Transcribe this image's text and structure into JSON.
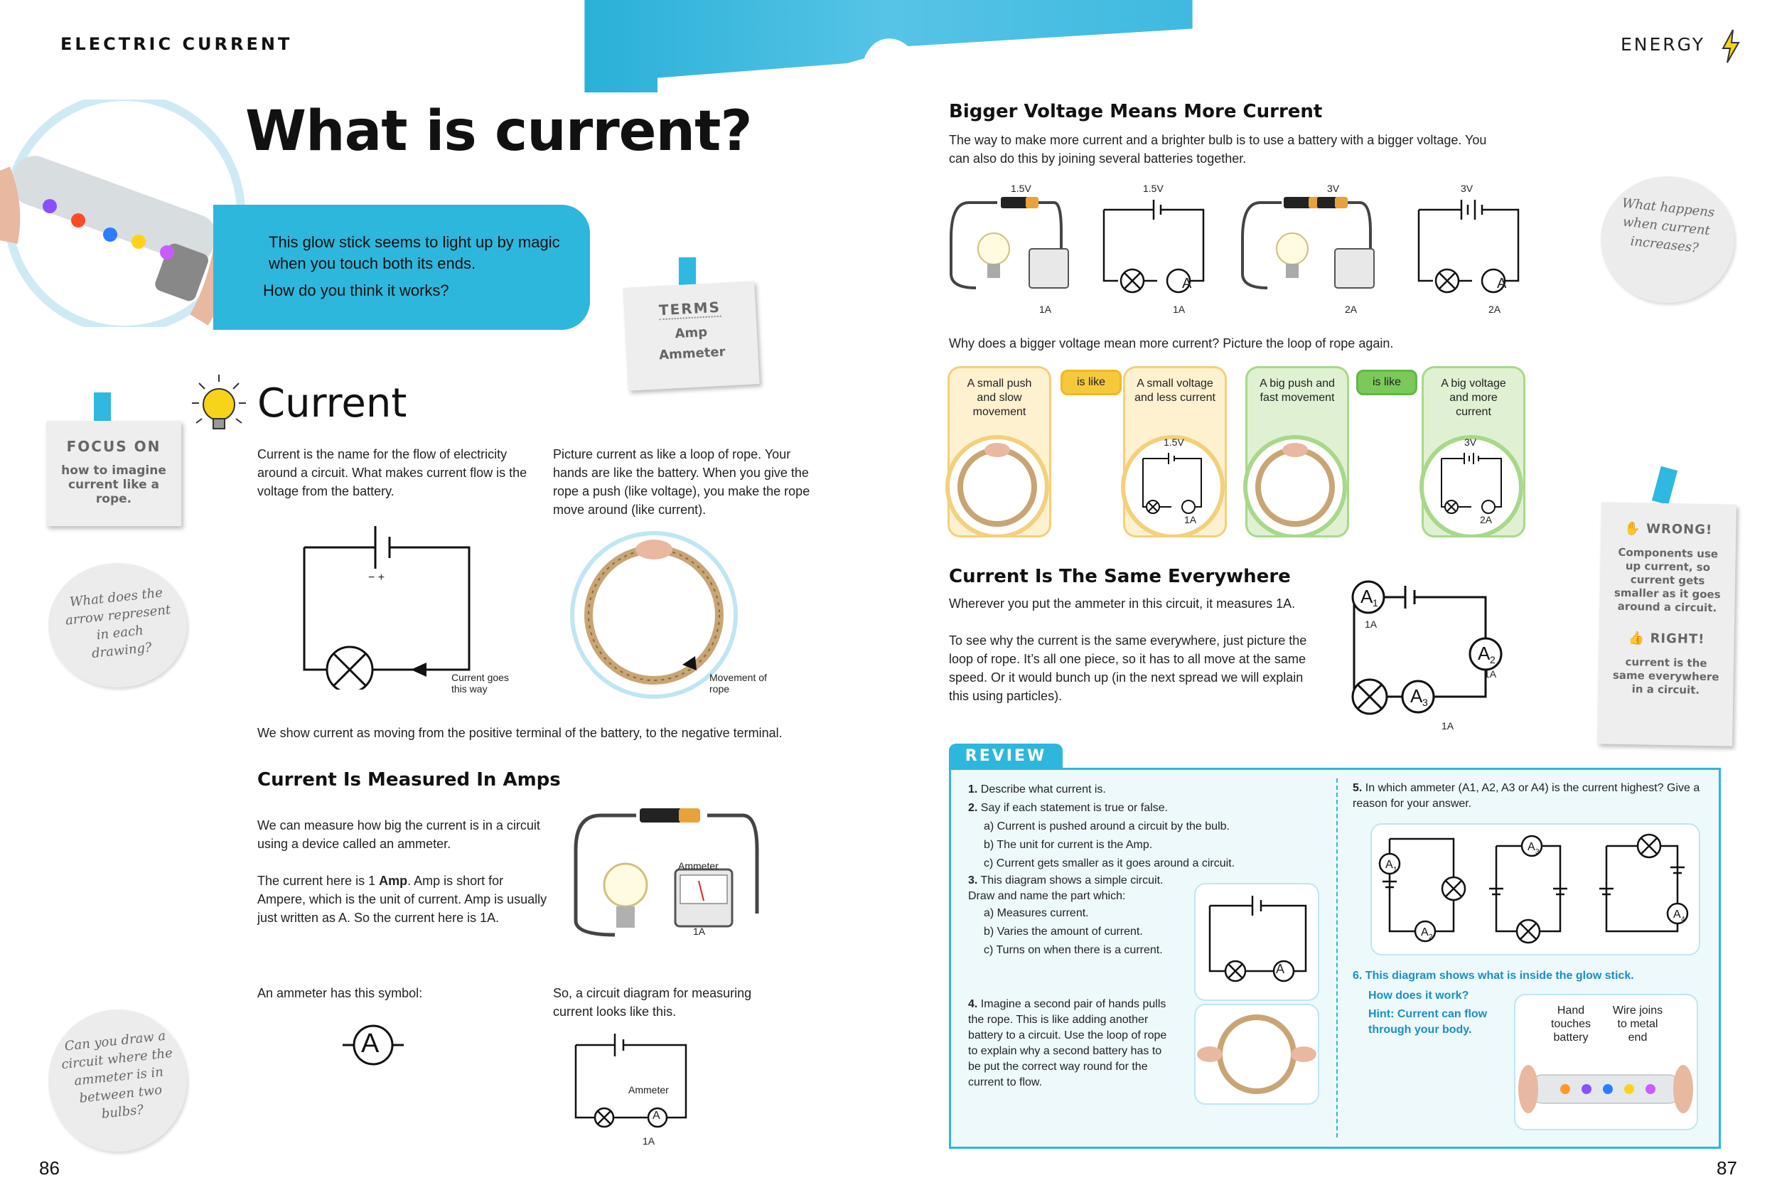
{
  "header": {
    "left": "ELECTRIC CURRENT",
    "right": "ENERGY"
  },
  "title": "What is current?",
  "intro": {
    "text": "This glow stick seems to light up by magic when you touch both its ends.",
    "question": "How do you think it works?"
  },
  "terms": {
    "heading": "TERMS",
    "items": [
      "Amp",
      "Ammeter"
    ]
  },
  "focus": {
    "heading": "FOCUS ON",
    "text": "how to imagine current like a rope."
  },
  "bubbles": {
    "arrow": "What does the arrow represent in each drawing?",
    "ammeter": "Can you draw a circuit where the ammeter is in between two bulbs?",
    "increase": "What happens when current increases?"
  },
  "current": {
    "heading": "Current",
    "p1": "Current is the name for the flow of electricity around a circuit. What makes current flow is the voltage from the battery.",
    "p2": "Picture current as like a loop of rope. Your hands are like the battery. When you give the rope a push (like voltage), you make the rope move around (like current).",
    "minus_plus": "−  +",
    "label_current": "Current goes this way",
    "label_movement": "Movement of rope",
    "caption": "We show current as moving from the positive terminal of the battery, to the negative terminal."
  },
  "amps": {
    "heading": "Current Is Measured In Amps",
    "p1": "We can measure how big the current is in a circuit using a device called an ammeter.",
    "p2a": "The current here is 1 ",
    "p2b": "Amp",
    "p2c": ". Amp is short for Ampere, which is the unit of current. Amp is usually just written as A. So the current here is 1A.",
    "ammeter_label": "Ammeter",
    "reading": "1A",
    "symbol_text": "An ammeter has this symbol:",
    "symbol": "A",
    "diagram_text": "So, a circuit diagram for measuring current looks like this.",
    "diagram_label": "Ammeter",
    "diagram_reading": "1A"
  },
  "voltage": {
    "heading": "Bigger Voltage Means More Current",
    "p1": "The way to make more current and a brighter bulb is to use a battery with a bigger voltage. You can also do this by joining several batteries together.",
    "volts": [
      "1.5V",
      "1.5V",
      "3V",
      "3V"
    ],
    "amps": [
      "1A",
      "1A",
      "2A",
      "2A"
    ],
    "question": "Why does a bigger voltage mean more current? Picture the loop of rope again.",
    "flow": [
      {
        "a": "A small push and slow movement",
        "link": "is like",
        "b": "A small voltage and less current",
        "v": "1.5V",
        "i": "1A"
      },
      {
        "a": "A big push and fast movement",
        "link": "is like",
        "b": "A big voltage and more current",
        "v": "3V",
        "i": "2A"
      }
    ]
  },
  "same": {
    "heading": "Current Is The Same Everywhere",
    "p1": "Wherever you put the ammeter in this circuit, it measures 1A.",
    "p2": "To see why the current is the same everywhere, just picture the loop of rope. It’s all one piece, so it has to all move at the same speed. Or it would bunch up (in the next spread we will explain this using particles).",
    "readings": [
      "1A",
      "1A",
      "1A"
    ]
  },
  "wrong": {
    "wrong_h": "WRONG!",
    "wrong": "Components use up current, so current gets smaller as it goes around a circuit.",
    "right_h": "RIGHT!",
    "right": "current is the same everywhere in a circuit."
  },
  "review": {
    "tab": "REVIEW",
    "q1": "Describe what current is.",
    "q2": "Say if each statement is true or false.",
    "q2a": "Current is pushed around a circuit by the bulb.",
    "q2b": "The unit for current is the Amp.",
    "q2c": "Current gets smaller as it goes around a circuit.",
    "q3": "This diagram shows a simple circuit. Draw and name the part which:",
    "q3a": "Measures current.",
    "q3b": "Varies the amount of current.",
    "q3c": "Turns on when there is a current.",
    "q4": "Imagine a second pair of hands pulls the rope. This is like adding another battery to a circuit. Use the loop of rope to explain why a second battery has to be put the correct way round for the current to flow.",
    "q5": "In which ammeter (A1, A2, A3 or A4) is the current highest? Give a reason for your answer.",
    "q6": "This diagram shows what is inside the glow stick.",
    "q6b": "How does it work?",
    "hint": "Hint: Current can flow through your body.",
    "hand": "Hand touches battery",
    "wire": "Wire joins to metal end"
  },
  "pages": {
    "left": "86",
    "right": "87"
  }
}
